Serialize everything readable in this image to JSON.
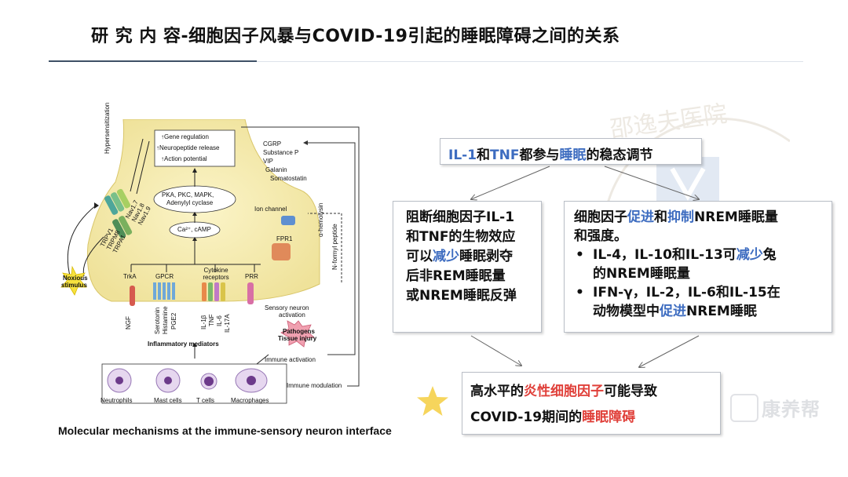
{
  "title": "研 究 内 容-细胞因子风暴与COVID-19引起的睡眠障碍之间的关系",
  "colors": {
    "blue": "#3d6cc0",
    "red": "#e0403a",
    "title_rule": "#3e5066",
    "neuron": "#f7eeb8"
  },
  "diagram": {
    "caption": "Molecular mechanisms at the immune-sensory neuron interface",
    "gene_regulation": "↑Gene regulation",
    "neuropeptide_release": "↑Neuropeptide release",
    "action_potential": "↑Action potential",
    "hypersensitization": "Hypersensitization",
    "kinases_line1": "PKA, PKC, MAPK,",
    "kinases_line2": "Adenylyl cyclase",
    "ca_camp": "Ca²⁺, cAMP",
    "neuropeptides": [
      "CGRP",
      "Substance P",
      "VIP",
      "Galanin",
      "Somatostatin"
    ],
    "ion_channel": "Ion channel",
    "fpr1": "FPR1",
    "alpha_hemolysin": "α-hemolysin",
    "n_formyl_peptide": "N-formyl peptide",
    "trp_channels": [
      "TRPV1",
      "TRPM8",
      "TRPA1"
    ],
    "nav_channels": [
      "Nav1.7",
      "Nav1.8",
      "Nav1.9"
    ],
    "noxious_stimulus": [
      "Noxious",
      "stimulus"
    ],
    "receptors": [
      "TrkA",
      "GPCR",
      "Cytokine receptors",
      "PRR"
    ],
    "ligands": [
      "NGF",
      "Serotonin",
      "Histamine",
      "PGE2",
      "IL-1β",
      "TNF",
      "IL-6",
      "IL-17A"
    ],
    "sensory_activation": [
      "Sensory neuron",
      "activation"
    ],
    "pathogens": [
      "Pathogens",
      "Tissue injury"
    ],
    "inflammatory_mediators": "Inflammatory mediators",
    "immune_activation": "Immune activation",
    "immune_modulation": "Immune modulation",
    "cells": [
      "Neutrophils",
      "Mast cells",
      "T cells",
      "Macrophages"
    ]
  },
  "head_box": {
    "part1": "IL-1",
    "part2": "和",
    "part3": "TNF",
    "part4": "都参与",
    "part5": "睡眠",
    "part6": "的稳态调节"
  },
  "left_box": {
    "line1": "阻断细胞因子IL-1",
    "line2": "和TNF的生物效应",
    "line3a": "可以",
    "line3b": "减少",
    "line3c": "睡眠剥夺",
    "line4": "后非REM睡眠量",
    "line5": "或NREM睡眠反弹"
  },
  "right_box": {
    "l1a": "细胞因子",
    "l1b": "促进",
    "l1c": "和",
    "l1d": "抑制",
    "l1e": "NREM睡眠量",
    "l2": "和强度。",
    "bullet": "•",
    "b1a": "IL-4，IL-10和IL-13可",
    "b1b": "减少",
    "b1c": "兔",
    "b1d": "的NREM睡眠量",
    "b2a": "IFN-γ，IL-2，IL-6和IL-15在",
    "b2b": "动物模型中",
    "b2c": "促进",
    "b2d": "NREM睡眠"
  },
  "bottom_box": {
    "a": "高水平的",
    "b": "炎性细胞因子",
    "c": "可能导致",
    "d": "COVID-19期间的",
    "e": "睡眠障碍"
  },
  "watermark": {
    "text": "邵逸夫医院",
    "brand": "康养帮"
  }
}
